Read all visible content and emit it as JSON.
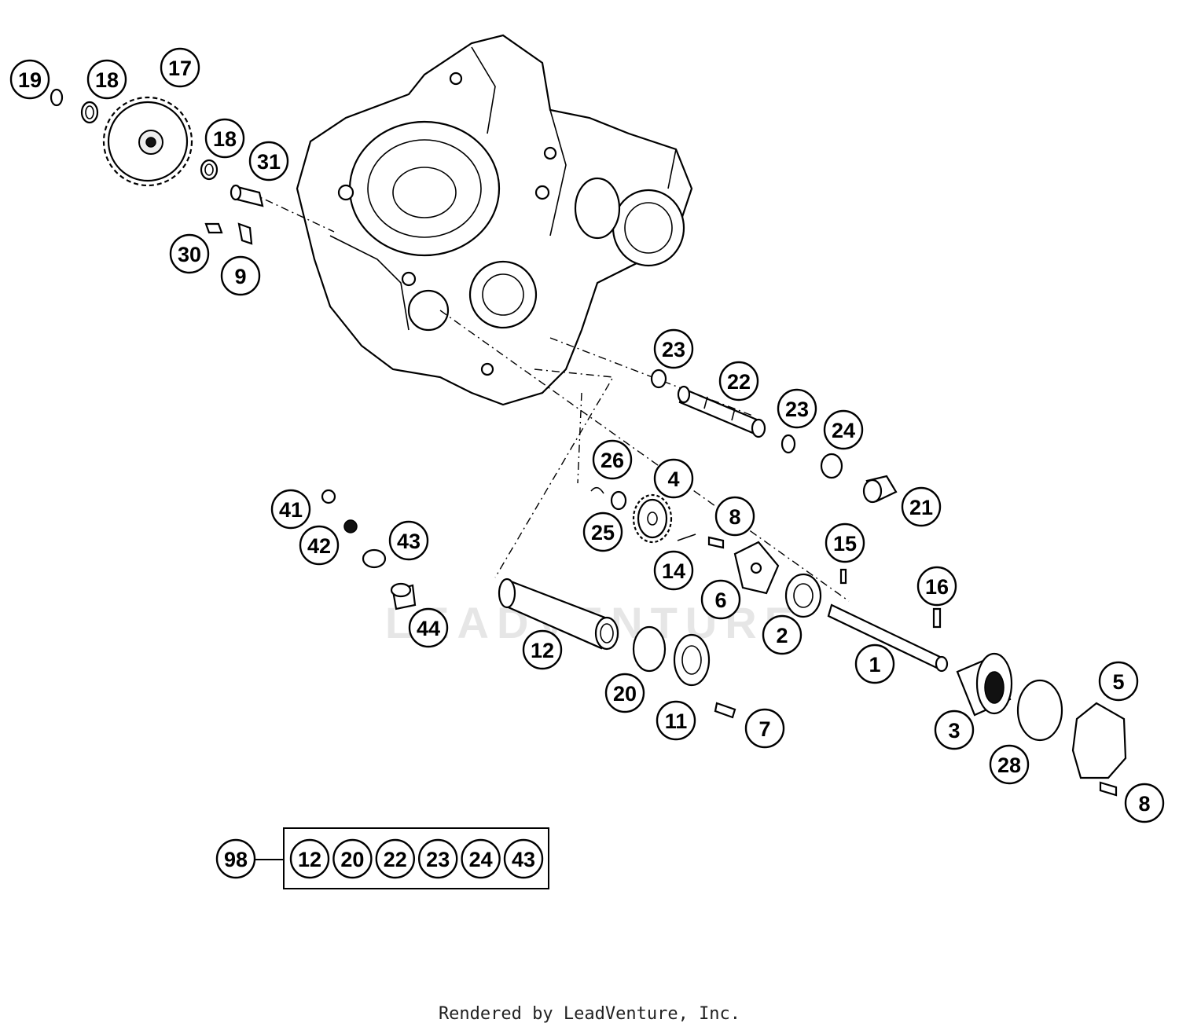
{
  "diagram": {
    "callouts": [
      {
        "label": "19"
      },
      {
        "label": "18"
      },
      {
        "label": "17"
      },
      {
        "label": "18"
      },
      {
        "label": "31"
      },
      {
        "label": "30"
      },
      {
        "label": "9"
      },
      {
        "label": "23"
      },
      {
        "label": "22"
      },
      {
        "label": "23"
      },
      {
        "label": "24"
      },
      {
        "label": "26"
      },
      {
        "label": "4"
      },
      {
        "label": "21"
      },
      {
        "label": "41"
      },
      {
        "label": "42"
      },
      {
        "label": "43"
      },
      {
        "label": "25"
      },
      {
        "label": "8"
      },
      {
        "label": "15"
      },
      {
        "label": "14"
      },
      {
        "label": "6"
      },
      {
        "label": "16"
      },
      {
        "label": "44"
      },
      {
        "label": "2"
      },
      {
        "label": "12"
      },
      {
        "label": "1"
      },
      {
        "label": "20"
      },
      {
        "label": "5"
      },
      {
        "label": "11"
      },
      {
        "label": "7"
      },
      {
        "label": "3"
      },
      {
        "label": "28"
      },
      {
        "label": "8"
      }
    ],
    "kit": {
      "label": "98",
      "items": [
        "12",
        "20",
        "22",
        "23",
        "24",
        "43"
      ]
    }
  },
  "watermark": "LEADVENTURE",
  "footer": "Rendered by LeadVenture, Inc."
}
